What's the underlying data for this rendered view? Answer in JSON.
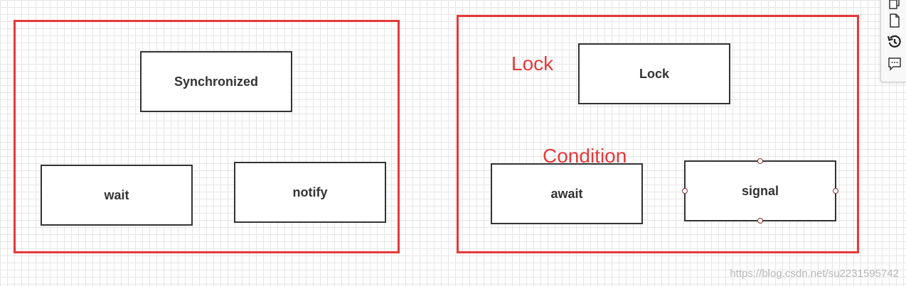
{
  "diagram": {
    "left_group": {
      "nodes": {
        "synchronized": "Synchronized",
        "wait": "wait",
        "notify": "notify"
      }
    },
    "right_group": {
      "labels": {
        "lock": "Lock",
        "condition": "Condition"
      },
      "nodes": {
        "lock": "Lock",
        "await": "await",
        "signal": "signal"
      }
    }
  },
  "toolbar": {
    "icons": [
      "copy-icon",
      "page-icon",
      "history-icon",
      "comment-icon"
    ]
  },
  "watermark": "https://blog.csdn.net/su2231595742",
  "colors": {
    "group_border": "#e5393b",
    "node_border": "#333333",
    "grid": "#e6e6e6"
  }
}
